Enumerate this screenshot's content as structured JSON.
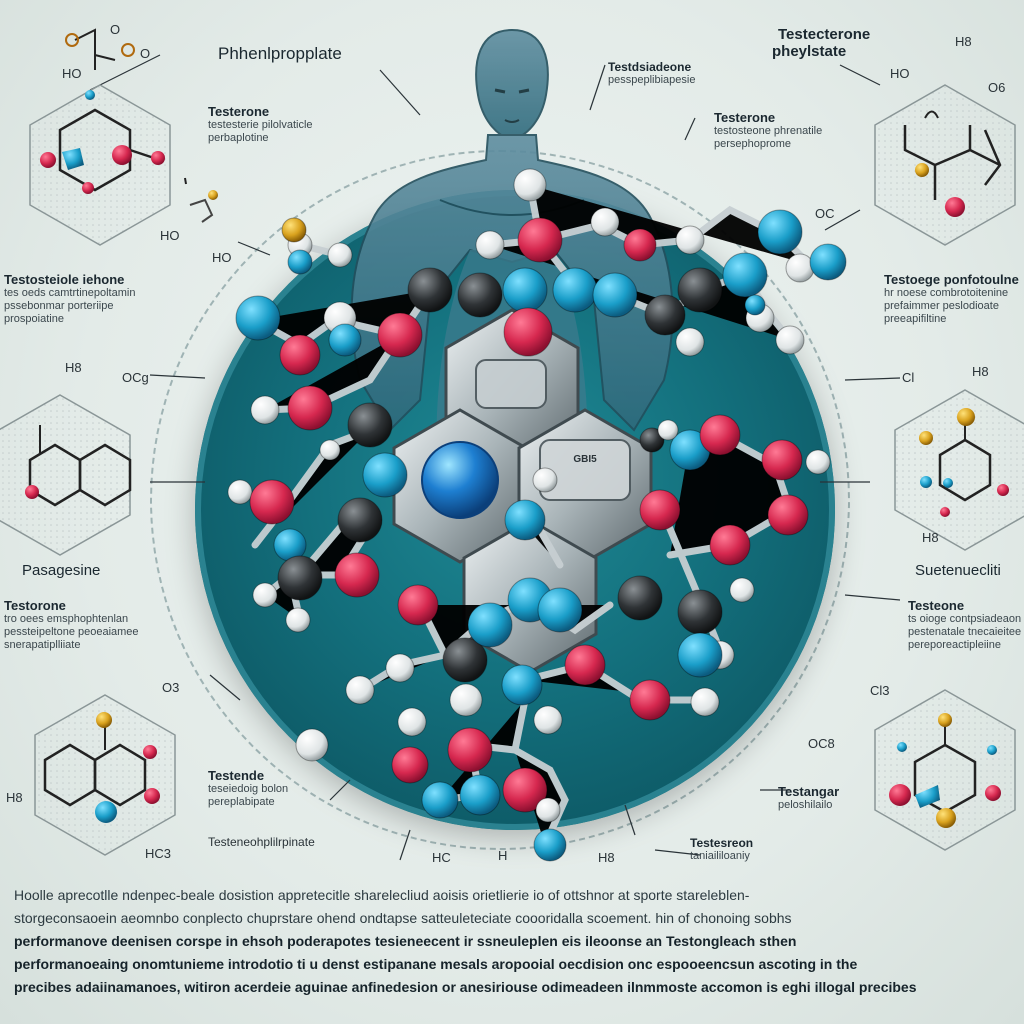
{
  "center": {
    "hex_labels": [
      "",
      "GBI5"
    ]
  },
  "labels": {
    "top_left_title": "Phhenlpropplate",
    "top_center_title": "Testdsiadeone",
    "top_center_sub": "pesspeplibiapesie",
    "top_right_title_1": "Testecterone",
    "top_right_title_2": "pheylstate",
    "upper_left_title": "Testerone",
    "upper_left_sub_1": "testesterie pilolvaticle",
    "upper_left_sub_2": "perbaplotine",
    "upper_center_right_title": "Testerone",
    "upper_center_right_sub_1": "testosteone phrenatile",
    "upper_center_right_sub_2": "persephoprome",
    "mid_left_title": "Testosteiole iehone",
    "mid_left_sub_1": "tes oeds camtrtinepoltamin",
    "mid_left_sub_2": "pssebonmar porteriipe",
    "mid_left_sub_3": "prospoiatine",
    "mid_right_title": "Testoege ponfotoulne",
    "mid_right_sub_1": "hr noese combrotoitenine",
    "mid_right_sub_2": "prefaimmer peslodioate",
    "mid_right_sub_3": "preeapifiltine",
    "left_title_2": "Pasagesine",
    "left_title_3": "Testorone",
    "left_sub_3_1": "tro oees emsphophtenlan",
    "left_sub_3_2": "pessteipeltone peoeaiamee",
    "left_sub_3_3": "snerapatiplliiate",
    "right_title_2": "Suetenuecliti",
    "right_title_3": "Testeone",
    "right_sub_3_1": "ts oioge contpsiadeaon",
    "right_sub_3_2": "pestenatale tnecaieitee",
    "right_sub_3_3": "pereporeactipleiine",
    "lower_left_title": "Testende",
    "lower_left_sub_1": "teseiedoig bolon",
    "lower_left_sub_2": "pereplabipate",
    "lower_left_bottom": "Testeneohplilrpinate",
    "lower_right_title": "Testangar",
    "lower_right_sub": "peloshilailo",
    "lower_center_title": "Testesreon",
    "lower_center_sub": "taniaililoaniy"
  },
  "chem_tags": {
    "tl_o": "O",
    "tl_ho": "HO",
    "tl_o2": "O",
    "tl_ho2": "HO",
    "tr_h8": "H8",
    "tr_ho": "HO",
    "tr_o6": "O6",
    "tr_oc": "OC",
    "mid_h8": "H8",
    "mid_oc": "OCg",
    "mid_right_cl": "Cl",
    "mid_right_h8": "H8",
    "mid_right_h8b": "H8",
    "ll_o": "O3",
    "ll_h8": "H8",
    "ll_hc": "HC3",
    "lr_cl": "Cl3",
    "lr_oc": "OC8",
    "bc_hc": "HC",
    "bc_h": "H",
    "bc_h8": "H8",
    "ho_mid": "HO"
  },
  "bottom_lines": [
    "Hoolle aprecotlle ndenpec-beale dosistion appretecitle sharelecliud aoisis orietlierie io of ottshnor at sporte stareleblen-",
    "storgeconsaoein aeomnbo conplecto chuprstare ohend ondtapse satteuleteciate coooridalla scoement. hin of chonoing sobhs",
    "performanove deenisen corspe in ehsoh poderapotes tesieneecent ir ssneuleplen eis ileoonse an Testongleach sthen",
    "performanoeaing onomtunieme introdotio ti u denst estipanane mesals aropooial oecdision onc espooeencsun ascoting in the",
    "precibes adaiinamanoes, witiron acerdeie aguinae anfinedesion or anesiriouse odimeadeen ilnmmoste accomon is eghi illogal precibes"
  ],
  "colors": {
    "disc": "#136f7c",
    "oxygen": "#d6284f",
    "nitrogen": "#1a9ec9",
    "carbon": "#2f3336",
    "hydrogen": "#e8ecec",
    "sulfur": "#d9a21e"
  }
}
